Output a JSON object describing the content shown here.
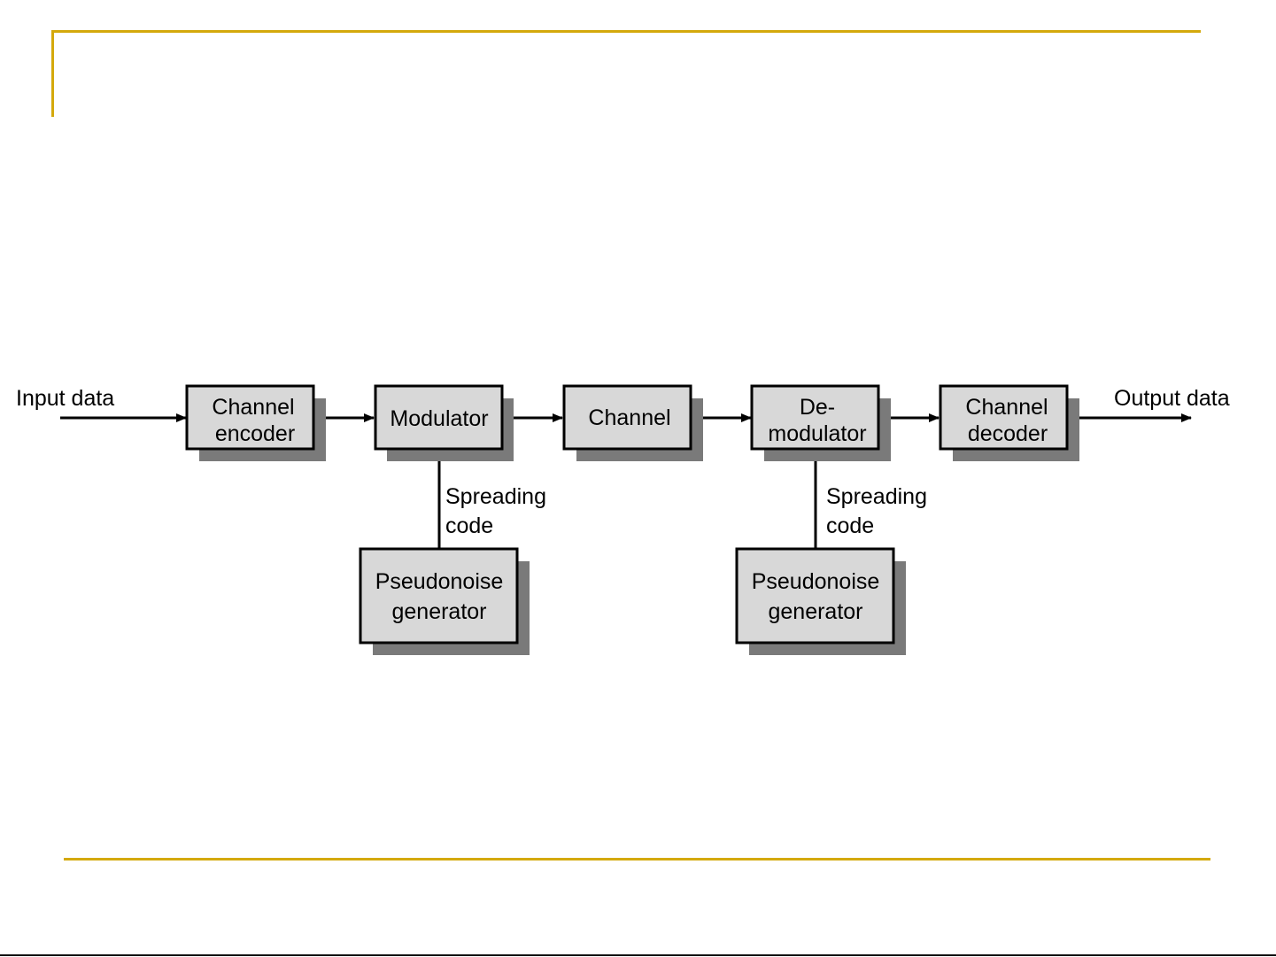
{
  "theme": {
    "accent_color": "#D4A90C",
    "block_fill": "#D8D8D8",
    "shadow_color": "#7A7A7A",
    "line_color": "#000000"
  },
  "diagram": {
    "input_label": "Input data",
    "output_label": "Output data",
    "blocks": {
      "channel_encoder": [
        "Channel",
        "encoder"
      ],
      "modulator": [
        "Modulator"
      ],
      "channel": [
        "Channel"
      ],
      "demodulator": [
        "De-",
        "modulator"
      ],
      "channel_decoder": [
        "Channel",
        "decoder"
      ],
      "pn_generator_tx": [
        "Pseudonoise",
        "generator"
      ],
      "pn_generator_rx": [
        "Pseudonoise",
        "generator"
      ]
    },
    "spreading_code_tx": [
      "Spreading",
      "code"
    ],
    "spreading_code_rx": [
      "Spreading",
      "code"
    ]
  }
}
